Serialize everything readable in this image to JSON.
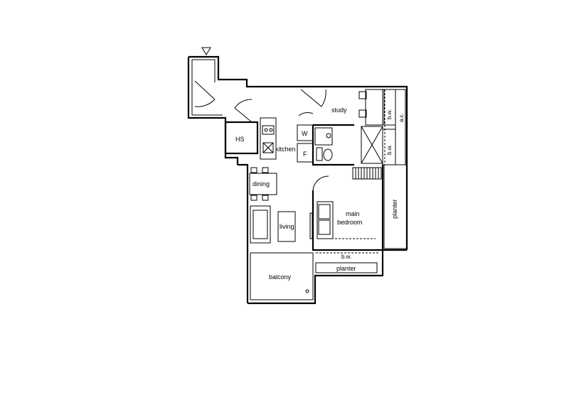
{
  "rooms": {
    "study": "study",
    "hs": "HS",
    "kitchen": "kitchen",
    "w": "W",
    "f": "F",
    "dining": "dining",
    "living": "living",
    "main_bedroom_line1": "main",
    "main_bedroom_line2": "bedroom",
    "balcony": "balcony",
    "planter_bottom": "planter",
    "planter_right": "planter",
    "bw_bottom": "b.w.",
    "bw_top": "b.w.",
    "bw_mid": "b.w.",
    "ac": "a.c."
  },
  "colors": {
    "line": "#000000",
    "background": "#ffffff"
  }
}
